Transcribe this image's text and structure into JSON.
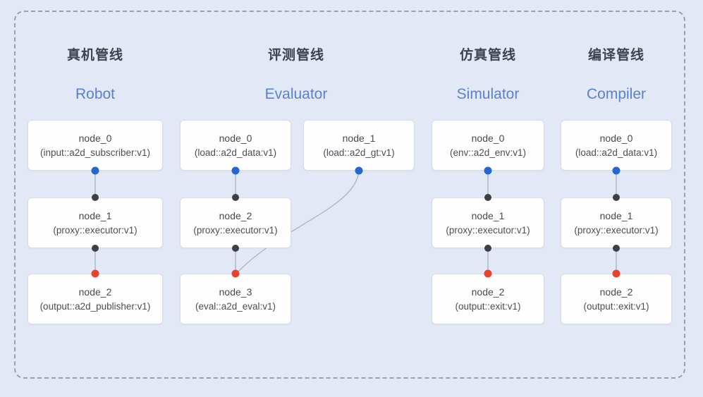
{
  "figure": {
    "kind": "pipeline-architecture-diagram"
  },
  "colors": {
    "background": "#e3e8f6",
    "frame_dash": "#9aa0ad",
    "node_fill": "#fefefe",
    "node_border": "#d8dce6",
    "connector": "#a8b1c3",
    "port_source": "#2467d1",
    "port_executor": "#3c3f44",
    "port_sink": "#e9432d",
    "title_zh_color": "#3d424b",
    "title_en_color": "#5b80cf"
  },
  "pipelines": [
    {
      "title_zh": "真机管线",
      "title_en": "Robot",
      "nodes": [
        {
          "name": "node_0",
          "type": "(input::a2d_subscriber:v1)"
        },
        {
          "name": "node_1",
          "type": "(proxy::executor:v1)"
        },
        {
          "name": "node_2",
          "type": "(output::a2d_publisher:v1)"
        }
      ]
    },
    {
      "title_zh": "评测管线",
      "title_en": "Evaluator",
      "nodes": [
        {
          "name": "node_0",
          "type": "(load::a2d_data:v1)"
        },
        {
          "name": "node_1",
          "type": "(load::a2d_gt:v1)"
        },
        {
          "name": "node_2",
          "type": "(proxy::executor:v1)"
        },
        {
          "name": "node_3",
          "type": "(eval::a2d_eval:v1)"
        }
      ]
    },
    {
      "title_zh": "仿真管线",
      "title_en": "Simulator",
      "nodes": [
        {
          "name": "node_0",
          "type": "(env::a2d_env:v1)"
        },
        {
          "name": "node_1",
          "type": "(proxy::executor:v1)"
        },
        {
          "name": "node_2",
          "type": "(output::exit:v1)"
        }
      ]
    },
    {
      "title_zh": "编译管线",
      "title_en": "Compiler",
      "nodes": [
        {
          "name": "node_0",
          "type": "(load::a2d_data:v1)"
        },
        {
          "name": "node_1",
          "type": "(proxy::executor:v1)"
        },
        {
          "name": "node_2",
          "type": "(output::exit:v1)"
        }
      ]
    }
  ]
}
